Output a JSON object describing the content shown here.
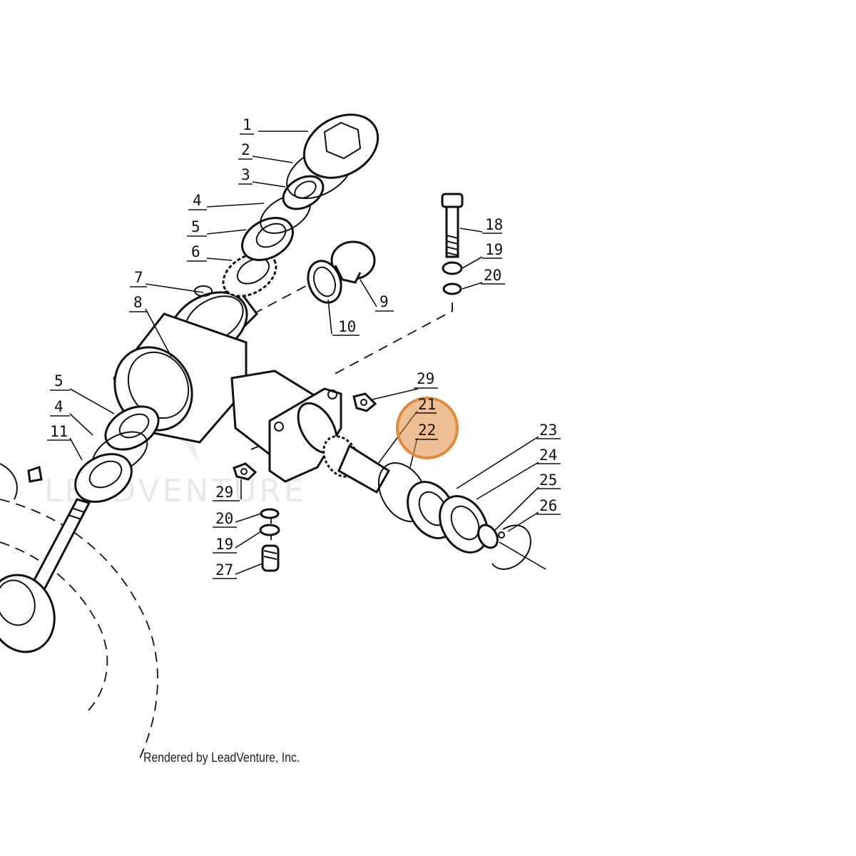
{
  "callouts": [
    {
      "id": "callout-1",
      "label": "1",
      "highlighted": false
    },
    {
      "id": "callout-2",
      "label": "2",
      "highlighted": false
    },
    {
      "id": "callout-3",
      "label": "3",
      "highlighted": false
    },
    {
      "id": "callout-4-top",
      "label": "4",
      "highlighted": false
    },
    {
      "id": "callout-5-top",
      "label": "5",
      "highlighted": false
    },
    {
      "id": "callout-6",
      "label": "6",
      "highlighted": false
    },
    {
      "id": "callout-7",
      "label": "7",
      "highlighted": false
    },
    {
      "id": "callout-8",
      "label": "8",
      "highlighted": false
    },
    {
      "id": "callout-9",
      "label": "9",
      "highlighted": false
    },
    {
      "id": "callout-10",
      "label": "10",
      "highlighted": false
    },
    {
      "id": "callout-18",
      "label": "18",
      "highlighted": false
    },
    {
      "id": "callout-19-top",
      "label": "19",
      "highlighted": false
    },
    {
      "id": "callout-20-top",
      "label": "20",
      "highlighted": false
    },
    {
      "id": "callout-29-top",
      "label": "29",
      "highlighted": false
    },
    {
      "id": "callout-21",
      "label": "21",
      "highlighted": false
    },
    {
      "id": "callout-22",
      "label": "22",
      "highlighted": true
    },
    {
      "id": "callout-23",
      "label": "23",
      "highlighted": false
    },
    {
      "id": "callout-24",
      "label": "24",
      "highlighted": false
    },
    {
      "id": "callout-25",
      "label": "25",
      "highlighted": false
    },
    {
      "id": "callout-26",
      "label": "26",
      "highlighted": false
    },
    {
      "id": "callout-5-left",
      "label": "5",
      "highlighted": false
    },
    {
      "id": "callout-4-left",
      "label": "4",
      "highlighted": false
    },
    {
      "id": "callout-11",
      "label": "11",
      "highlighted": false
    },
    {
      "id": "callout-29-bottom",
      "label": "29",
      "highlighted": false
    },
    {
      "id": "callout-20-bottom",
      "label": "20",
      "highlighted": false
    },
    {
      "id": "callout-19-bottom",
      "label": "19",
      "highlighted": false
    },
    {
      "id": "callout-27",
      "label": "27",
      "highlighted": false
    }
  ],
  "highlight_color": "#e08a3c",
  "watermark": "LEADVENTURE",
  "footer": "Rendered by LeadVenture, Inc."
}
